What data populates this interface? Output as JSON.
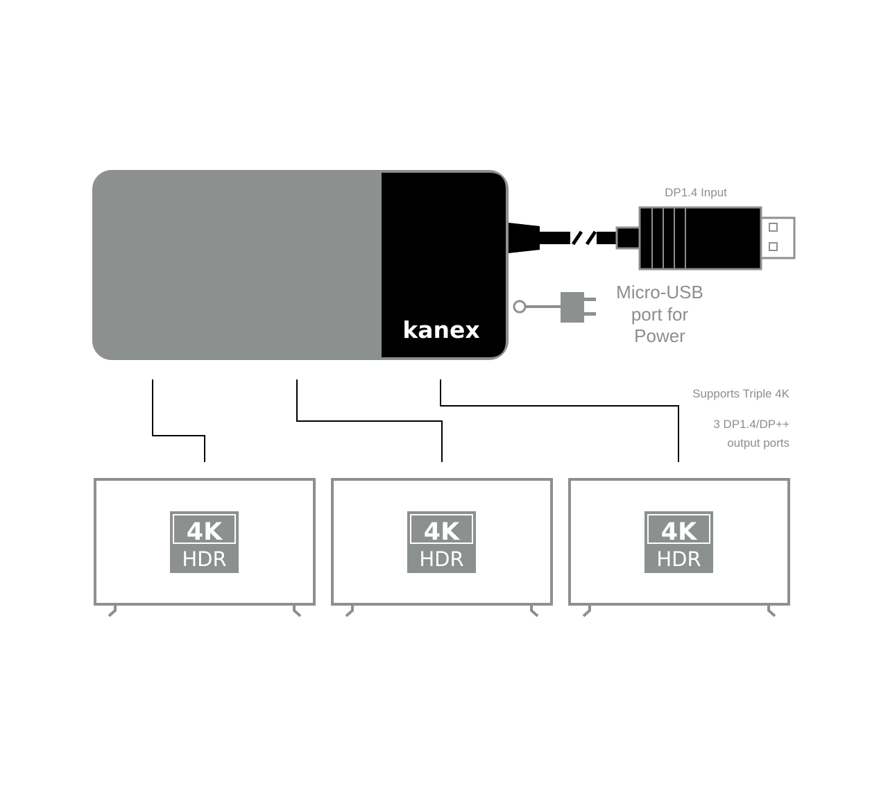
{
  "hub": {
    "brand": "kanex",
    "body_color": "#8c908e",
    "panel_color": "#000000"
  },
  "labels": {
    "dp_input": "DP1.4 Input",
    "power_line1": "Micro-USB",
    "power_line2": "port for",
    "power_line3": "Power",
    "support": "Supports Triple 4K",
    "ports_line1": "3 DP1.4/DP++",
    "ports_line2": "output ports"
  },
  "monitors": [
    {
      "badge_top": "4K",
      "badge_bottom": "HDR"
    },
    {
      "badge_top": "4K",
      "badge_bottom": "HDR"
    },
    {
      "badge_top": "4K",
      "badge_bottom": "HDR"
    }
  ],
  "colors": {
    "gray": "#8c908e",
    "label": "#8a8f8e",
    "black": "#000000"
  }
}
